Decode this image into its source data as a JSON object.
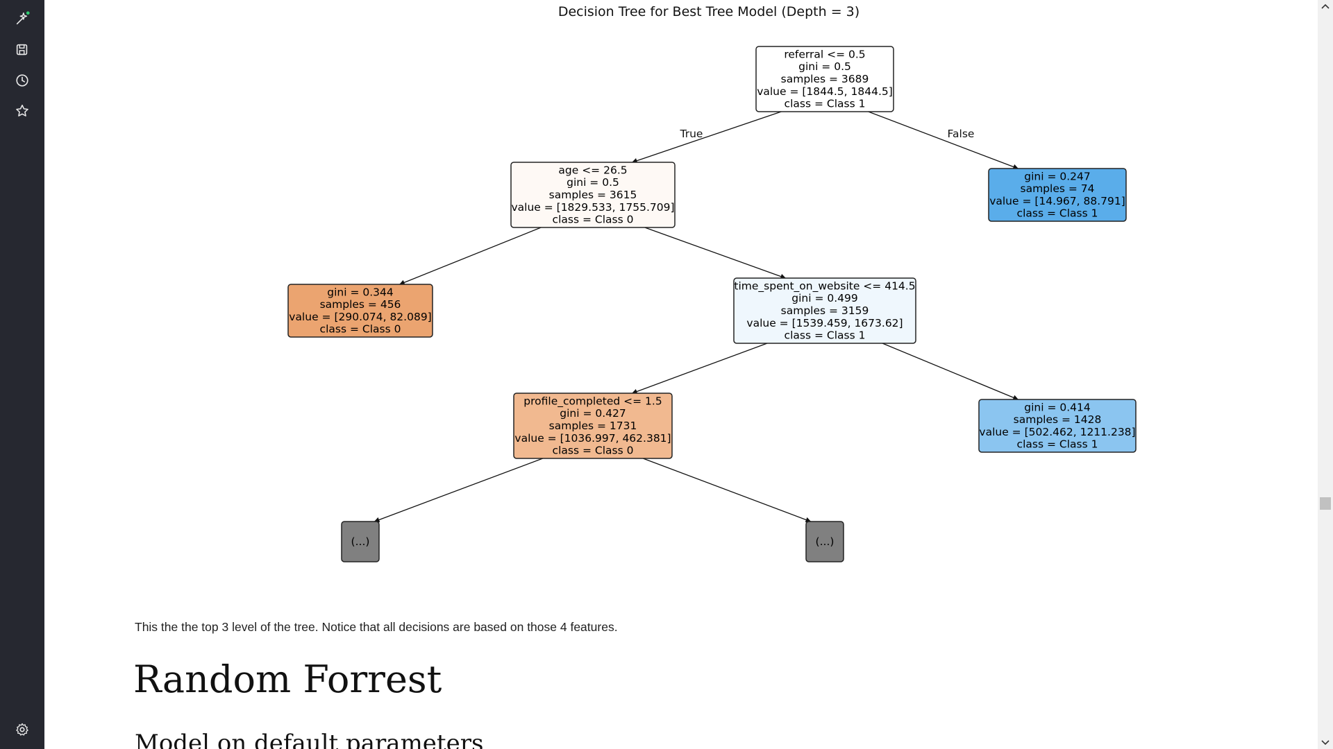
{
  "sidebar": {
    "items": [
      {
        "icon": "magic-wand-icon",
        "label": "AI assistant",
        "has_badge": true,
        "badge_color": "#2ecc71"
      },
      {
        "icon": "save-icon",
        "label": "Save"
      },
      {
        "icon": "history-icon",
        "label": "History"
      },
      {
        "icon": "star-icon",
        "label": "Favorites"
      }
    ],
    "settings_icon": "gear-icon"
  },
  "chart_data": {
    "type": "tree",
    "title": "Decision Tree for Best Tree Model (Depth = 3)",
    "edge_labels": {
      "true": "True",
      "false": "False"
    },
    "nodes": [
      {
        "id": "root",
        "lines": [
          "referral <= 0.5",
          "gini = 0.5",
          "samples = 3689",
          "value = [1844.5, 1844.5]",
          "class = Class 1"
        ],
        "color": "#ffffff"
      },
      {
        "id": "n_age",
        "parent": "root",
        "lines": [
          "age <= 26.5",
          "gini = 0.5",
          "samples = 3615",
          "value = [1829.533, 1755.709]",
          "class = Class 0"
        ],
        "color": "#fef9f5"
      },
      {
        "id": "n_right_leaf",
        "parent": "root",
        "lines": [
          "gini = 0.247",
          "samples = 74",
          "value = [14.967, 88.791]",
          "class = Class 1"
        ],
        "color": "#5aadea"
      },
      {
        "id": "n_left_leaf",
        "parent": "n_age",
        "lines": [
          "gini = 0.344",
          "samples = 456",
          "value = [290.074, 82.089]",
          "class = Class 0"
        ],
        "color": "#eba470"
      },
      {
        "id": "n_time",
        "parent": "n_age",
        "lines": [
          "time_spent_on_website <= 414.5",
          "gini = 0.499",
          "samples = 3159",
          "value = [1539.459, 1673.62]",
          "class = Class 1"
        ],
        "color": "#eff7fd"
      },
      {
        "id": "n_profile",
        "parent": "n_time",
        "lines": [
          "profile_completed <= 1.5",
          "gini = 0.427",
          "samples = 1731",
          "value = [1036.997, 462.381]",
          "class = Class 0"
        ],
        "color": "#f1b990"
      },
      {
        "id": "n_time_right",
        "parent": "n_time",
        "lines": [
          "gini = 0.414",
          "samples = 1428",
          "value = [502.462, 1211.238]",
          "class = Class 1"
        ],
        "color": "#8bc5f0"
      },
      {
        "id": "n_trunc_left",
        "parent": "n_profile",
        "lines": [
          "(...)"
        ],
        "color": "#808080",
        "truncated": true
      },
      {
        "id": "n_trunc_right",
        "parent": "n_profile",
        "lines": [
          "(...)"
        ],
        "color": "#808080",
        "truncated": true
      }
    ]
  },
  "main": {
    "paragraph": "This the the top 3 level of the tree. Notice that all decisions are based on those 4 features.",
    "heading": "Random Forrest",
    "subheading": "Model on default parameters"
  }
}
